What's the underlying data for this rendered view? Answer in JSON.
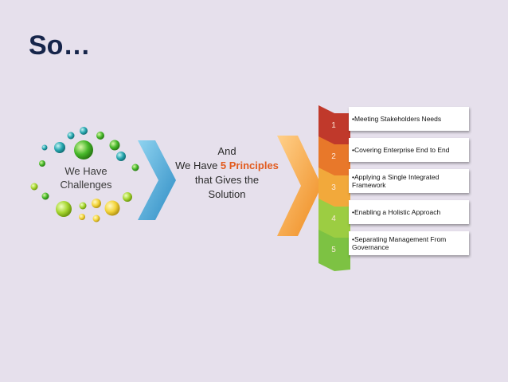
{
  "title": "So…",
  "challenges": {
    "line1": "We Have",
    "line2": "Challenges"
  },
  "middle": {
    "line1": "And",
    "line2_prefix": "We Have ",
    "line2_highlight": "5 Principles",
    "line3": "that Gives the",
    "line4": "Solution"
  },
  "principles": [
    {
      "num": "1",
      "text": "•Meeting Stakeholders Needs",
      "color": "#c0392b"
    },
    {
      "num": "2",
      "text": "•Covering Enterprise End to End",
      "color": "#e8782a"
    },
    {
      "num": "3",
      "text": "•Applying a Single Integrated Framework",
      "color": "#f2a93b"
    },
    {
      "num": "4",
      "text": "•Enabling a Holistic Approach",
      "color": "#9ccd42"
    },
    {
      "num": "5",
      "text": "•Separating Management From Governance",
      "color": "#7dc243"
    }
  ],
  "colors": {
    "big_chevron_blue": "#4aa8d8",
    "big_chevron_orange": "#f39c35",
    "highlight": "#e25b1e"
  }
}
